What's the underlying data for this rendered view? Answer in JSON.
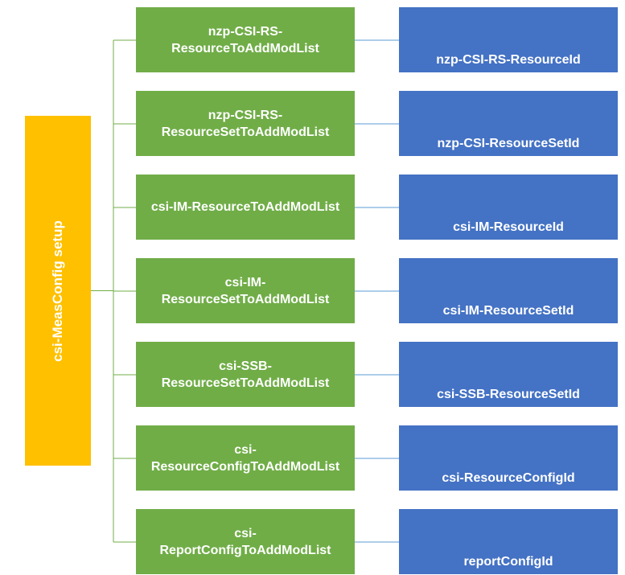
{
  "root": {
    "label": "csi-MeasConfig setup",
    "color": "#ffc000"
  },
  "colors": {
    "list": "#70ad47",
    "id": "#4472c4",
    "connector_root": "#70ad47",
    "connector_pair": "#5b9bd5"
  },
  "rows": [
    {
      "list_lines": [
        "nzp-CSI-RS-",
        "ResourceToAddModList"
      ],
      "id": "nzp-CSI-RS-ResourceId"
    },
    {
      "list_lines": [
        "nzp-CSI-RS-",
        "ResourceSetToAddModList"
      ],
      "id": "nzp-CSI-ResourceSetId"
    },
    {
      "list_lines": [
        "csi-IM-ResourceToAddModList"
      ],
      "id": "csi-IM-ResourceId"
    },
    {
      "list_lines": [
        "csi-IM-",
        "ResourceSetToAddModList"
      ],
      "id": "csi-IM-ResourceSetId"
    },
    {
      "list_lines": [
        "csi-SSB-",
        "ResourceSetToAddModList"
      ],
      "id": "csi-SSB-ResourceSetId"
    },
    {
      "list_lines": [
        "csi-",
        "ResourceConfigToAddModList"
      ],
      "id": "csi-ResourceConfigId"
    },
    {
      "list_lines": [
        "csi-",
        "ReportConfigToAddModList"
      ],
      "id": "reportConfigId"
    }
  ]
}
